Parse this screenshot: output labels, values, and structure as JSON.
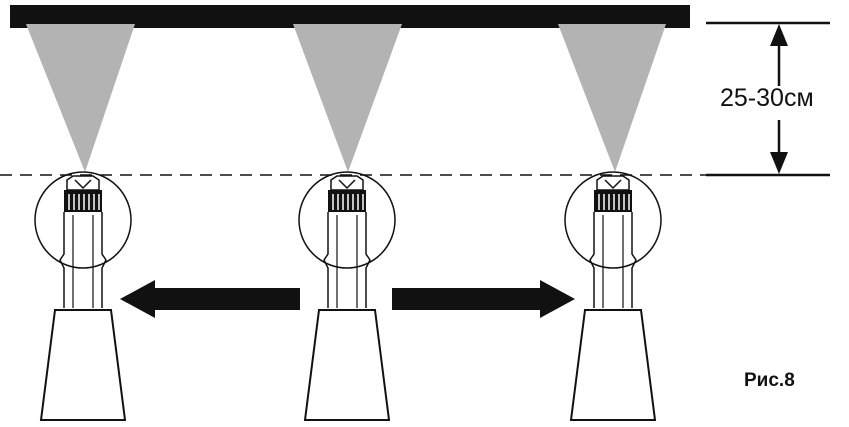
{
  "dimension": {
    "label": "25-30см"
  },
  "figure": {
    "label": "Рис.8"
  },
  "colors": {
    "bar": "#111111",
    "spray": "#b3b3b3",
    "outline": "#111111",
    "background": "#ffffff"
  },
  "diagram": {
    "nozzle_count": 3,
    "arrows": [
      "left",
      "right"
    ]
  }
}
